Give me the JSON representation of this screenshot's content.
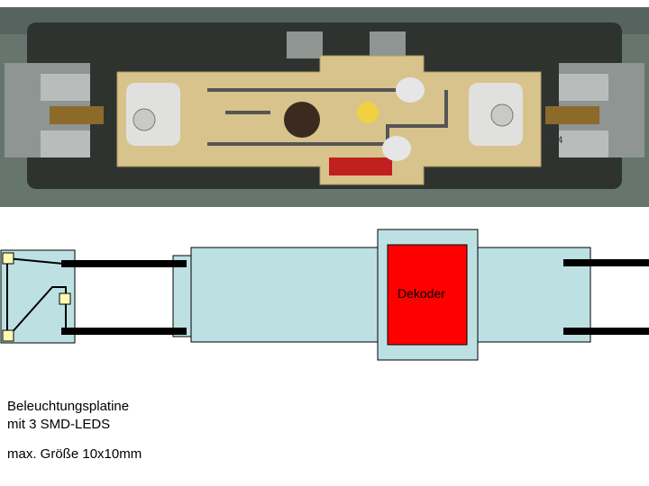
{
  "photo": {
    "stamp": "1374"
  },
  "diagram": {
    "decoder_label": "Dekoder",
    "caption_line1": "Beleuchtungsplatine",
    "caption_line2": "mit 3 SMD-LEDS",
    "caption_line3": "max. Größe 10x10mm"
  },
  "colors": {
    "board": "#bde0e3",
    "decoder": "#ff0000",
    "led": "#fffbb0",
    "pcb": "#d8c38c"
  }
}
